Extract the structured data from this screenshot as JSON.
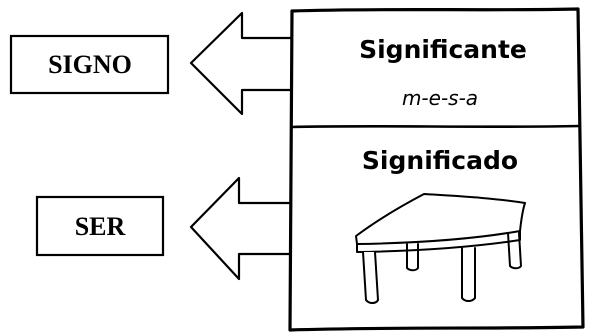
{
  "left_boxes": {
    "signo_label": "SIGNO",
    "ser_label": "SER"
  },
  "panel": {
    "significante_heading": "Significante",
    "significante_example": "m-e-s-a",
    "significado_heading": "Significado",
    "significado_image": "table-illustration"
  },
  "colors": {
    "stroke": "#000000",
    "background": "#ffffff"
  }
}
